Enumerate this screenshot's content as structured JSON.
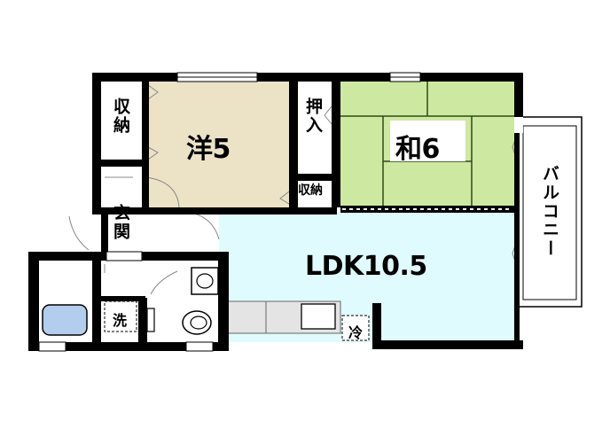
{
  "rooms": {
    "western": "洋5",
    "japanese": "和6",
    "ldk": "LDK10.5",
    "balcony": "バルコニー",
    "entrance": "玄関"
  },
  "storage": {
    "left_closet": "収納",
    "oshiire": "押入",
    "small_closet": "収納"
  },
  "fixtures": {
    "washer": "洗",
    "fridge": "冷"
  },
  "colors": {
    "wall": "#000000",
    "western_floor": "#ece2c6",
    "tatami": "#cde8a0",
    "ldk_floor": "#e0fbfd",
    "bath": "#b3cdec"
  }
}
